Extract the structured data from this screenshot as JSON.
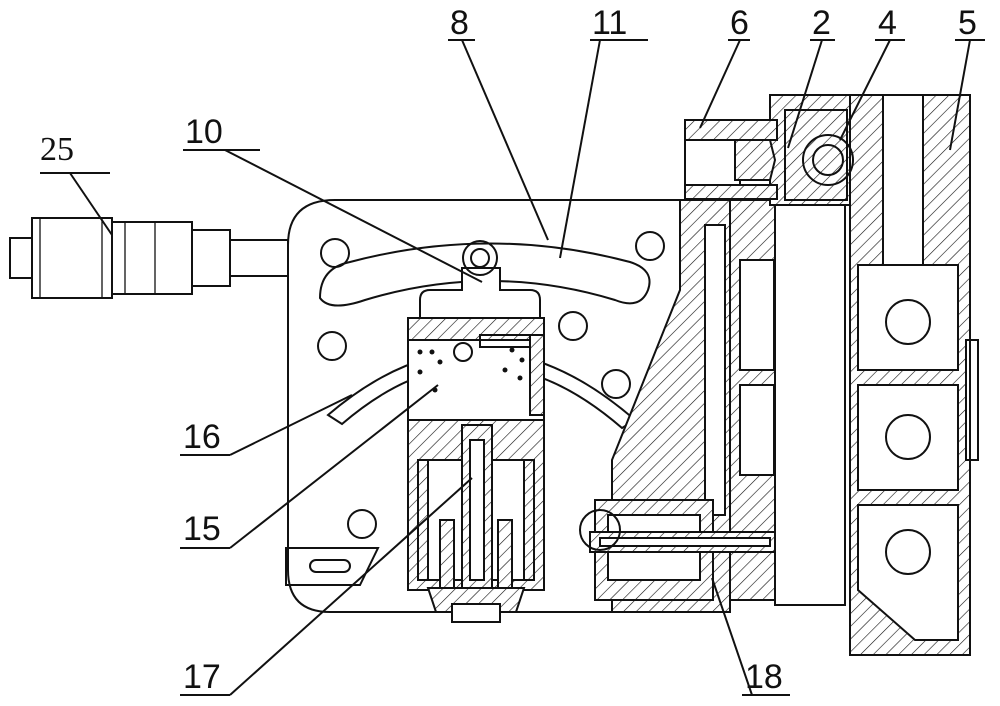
{
  "labels": {
    "l25": "25",
    "l10": "10",
    "l8": "8",
    "l11": "11",
    "l6": "6",
    "l2": "2",
    "l4": "4",
    "l5": "5",
    "l16": "16",
    "l15": "15",
    "l17": "17",
    "l18": "18"
  }
}
